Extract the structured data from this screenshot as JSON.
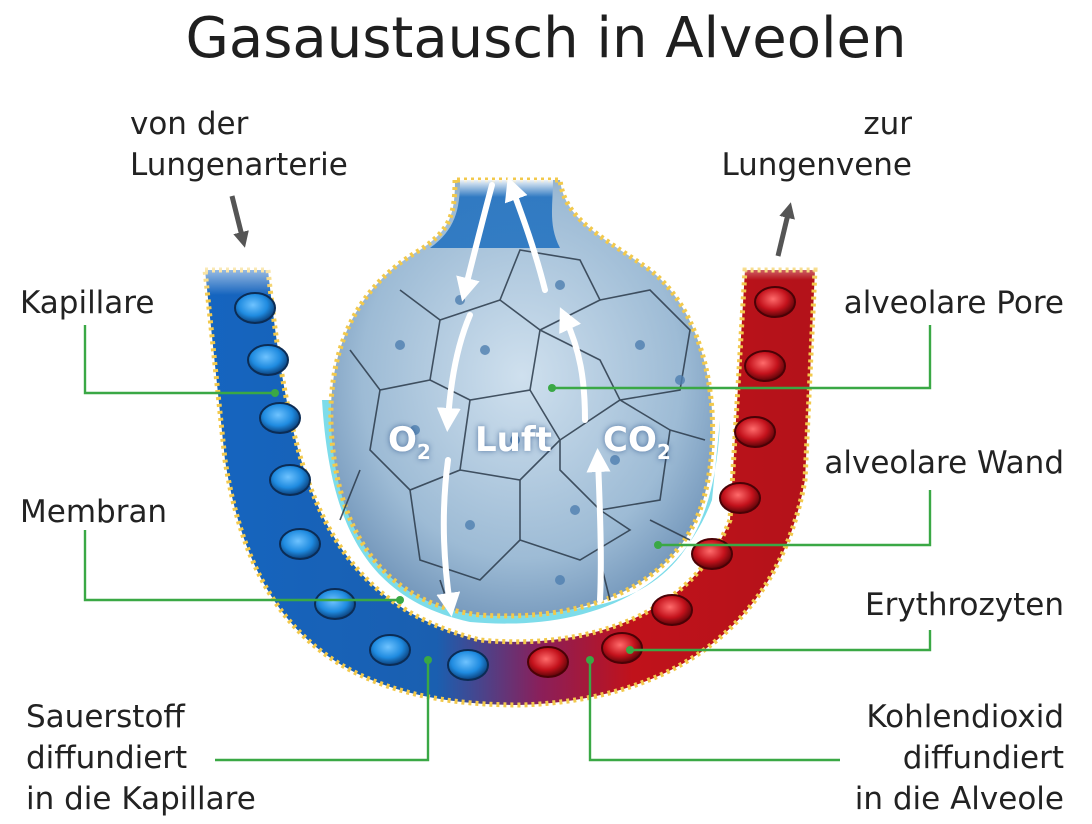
{
  "title": "Gasaustausch in Alveolen",
  "labels": {
    "arterie_1": "von der",
    "arterie_2": "Lungenarterie",
    "vene_1": "zur",
    "vene_2": "Lungenvene",
    "kapillare": "Kapillare",
    "pore": "alveolare Pore",
    "wand": "alveolare Wand",
    "membran": "Membran",
    "erythrozyten": "Erythrozyten",
    "sauerstoff_1": "Sauerstoff",
    "sauerstoff_2": "diffundiert",
    "sauerstoff_3": "in die Kapillare",
    "kohlendioxid_1": "Kohlendioxid",
    "kohlendioxid_2": "diffundiert",
    "kohlendioxid_3": "in die Alveole"
  },
  "inside": {
    "o2": "O",
    "o2_sub": "2",
    "luft": "Luft",
    "co2": "CO",
    "co2_sub": "2"
  },
  "colors": {
    "venous_blue": "#1565c0",
    "arterial_red": "#c0121b",
    "alveolus": "#8fb0cc",
    "wall_yellow": "#f2c94c",
    "membrane_cyan": "#6fd8e8",
    "leader_green": "#3aa845"
  }
}
